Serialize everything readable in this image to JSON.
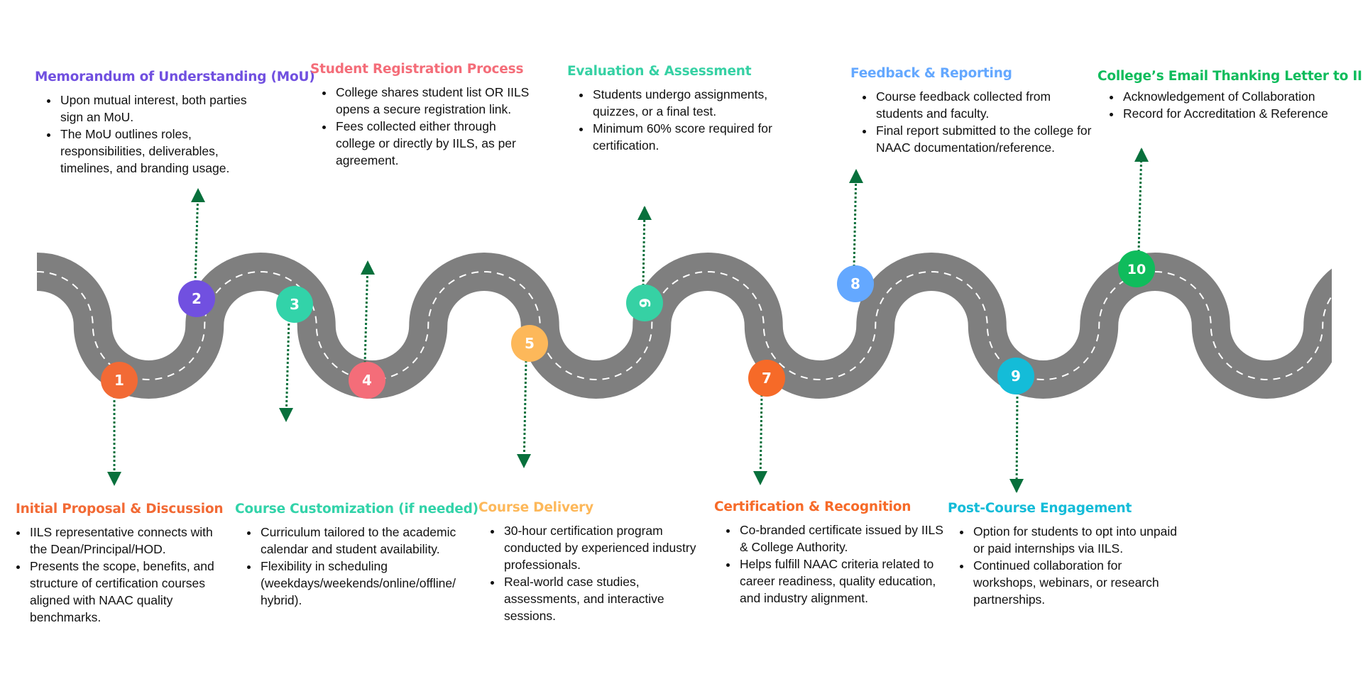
{
  "steps": [
    {
      "number": "1",
      "color": "#f26a35",
      "title": "Initial Proposal & Discussion",
      "bullets": [
        "IILS representative connects with the Dean/Principal/HOD.",
        "Presents the scope, benefits, and structure of certification courses aligned with NAAC quality benchmarks."
      ]
    },
    {
      "number": "2",
      "color": "#7150e0",
      "title": "Memorandum of Understanding (MoU)",
      "bullets": [
        "Upon mutual interest, both parties sign an MoU.",
        "The MoU outlines roles, responsibilities, deliverables, timelines, and branding usage."
      ]
    },
    {
      "number": "3",
      "color": "#32d3a9",
      "title": "Course Customization (if needed)",
      "bullets": [
        "Curriculum tailored to the academic calendar and student availability.",
        "Flexibility in scheduling (weekdays/weekends/online/offline/ hybrid)."
      ]
    },
    {
      "number": "4",
      "color": "#f46d79",
      "title": "Student Registration Process",
      "bullets": [
        "College shares student list OR IILS opens a secure registration link.",
        "Fees collected either through college or directly by IILS, as per agreement."
      ]
    },
    {
      "number": "5",
      "color": "#fdb85a",
      "title": "Course Delivery",
      "bullets": [
        "30-hour certification program conducted by experienced industry professionals.",
        "Real-world case studies, assessments, and interactive sessions."
      ]
    },
    {
      "number": "6",
      "color": "#36d1a4",
      "title": "Evaluation & Assessment",
      "bullets": [
        "Students undergo assignments, quizzes, or a final test.",
        "Minimum 60% score required for certification."
      ]
    },
    {
      "number": "7",
      "color": "#f66a28",
      "title": "Certification & Recognition",
      "bullets": [
        "Co-branded certificate issued by IILS & College Authority.",
        "Helps fulfill NAAC criteria related to career readiness, quality education, and industry alignment."
      ]
    },
    {
      "number": "8",
      "color": "#64a8ff",
      "title": "Feedback & Reporting",
      "bullets": [
        "Course feedback collected from students and faculty.",
        "Final report submitted to the college for NAAC documentation/reference."
      ]
    },
    {
      "number": "9",
      "color": "#14bcd8",
      "title": "Post-Course Engagement",
      "bullets": [
        "Option for students to opt into unpaid or paid internships via IILS.",
        "Continued collaboration for workshops, webinars, or research partnerships."
      ]
    },
    {
      "number": "10",
      "color": "#0fbc5c",
      "title": "College’s Email Thanking Letter to IILS.",
      "bullets": [
        "Acknowledgement of Collaboration",
        "Record for Accreditation & Reference"
      ]
    }
  ],
  "colors": {
    "road": "#7f7f7f",
    "lane": "#ffffff",
    "arrow": "#08703c",
    "background": "#ffffff"
  }
}
